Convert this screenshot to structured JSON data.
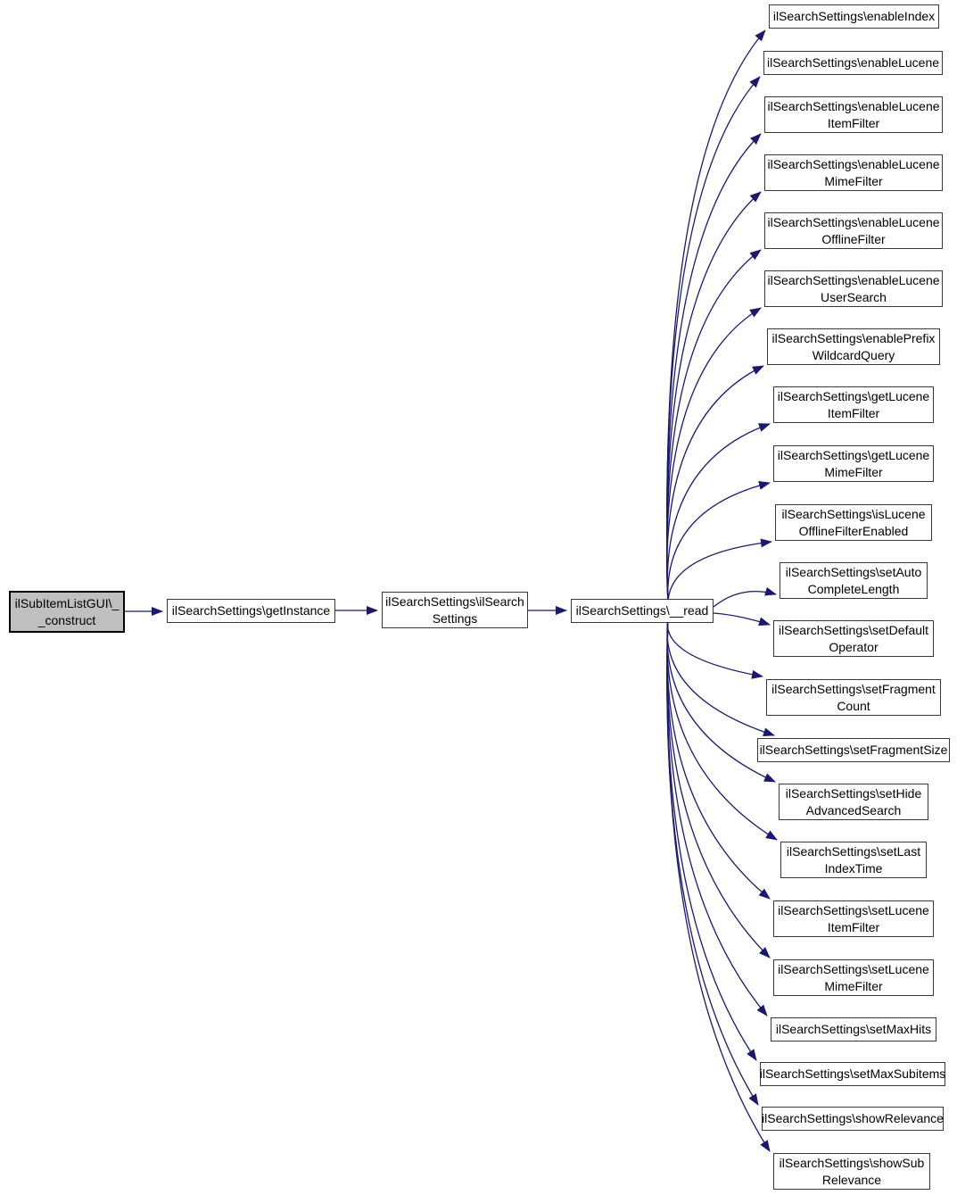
{
  "colors": {
    "edge": "#191970",
    "node_border": "#383838",
    "node_fill": "#ffffff",
    "highlight_fill": "#bfbfbf",
    "highlight_border": "#000000",
    "text": "#000000",
    "background": "#ffffff"
  },
  "diagram": {
    "type": "call-graph",
    "root": "ilSubItemListGUI\\__construct",
    "edges": [
      {
        "from": "ilSubItemListGUI\\__construct",
        "to": "ilSearchSettings\\getInstance"
      },
      {
        "from": "ilSearchSettings\\getInstance",
        "to": "ilSearchSettings\\ilSearchSettings"
      },
      {
        "from": "ilSearchSettings\\ilSearchSettings",
        "to": "ilSearchSettings\\__read"
      },
      {
        "from": "ilSearchSettings\\__read",
        "to": "ilSearchSettings\\enableIndex"
      },
      {
        "from": "ilSearchSettings\\__read",
        "to": "ilSearchSettings\\enableLucene"
      },
      {
        "from": "ilSearchSettings\\__read",
        "to": "ilSearchSettings\\enableLuceneItemFilter"
      },
      {
        "from": "ilSearchSettings\\__read",
        "to": "ilSearchSettings\\enableLuceneMimeFilter"
      },
      {
        "from": "ilSearchSettings\\__read",
        "to": "ilSearchSettings\\enableLuceneOfflineFilter"
      },
      {
        "from": "ilSearchSettings\\__read",
        "to": "ilSearchSettings\\enableLuceneUserSearch"
      },
      {
        "from": "ilSearchSettings\\__read",
        "to": "ilSearchSettings\\enablePrefixWildcardQuery"
      },
      {
        "from": "ilSearchSettings\\__read",
        "to": "ilSearchSettings\\getLuceneItemFilter"
      },
      {
        "from": "ilSearchSettings\\__read",
        "to": "ilSearchSettings\\getLuceneMimeFilter"
      },
      {
        "from": "ilSearchSettings\\__read",
        "to": "ilSearchSettings\\isLuceneOfflineFilterEnabled"
      },
      {
        "from": "ilSearchSettings\\__read",
        "to": "ilSearchSettings\\setAutoCompleteLength"
      },
      {
        "from": "ilSearchSettings\\__read",
        "to": "ilSearchSettings\\setDefaultOperator"
      },
      {
        "from": "ilSearchSettings\\__read",
        "to": "ilSearchSettings\\setFragmentCount"
      },
      {
        "from": "ilSearchSettings\\__read",
        "to": "ilSearchSettings\\setFragmentSize"
      },
      {
        "from": "ilSearchSettings\\__read",
        "to": "ilSearchSettings\\setHideAdvancedSearch"
      },
      {
        "from": "ilSearchSettings\\__read",
        "to": "ilSearchSettings\\setLastIndexTime"
      },
      {
        "from": "ilSearchSettings\\__read",
        "to": "ilSearchSettings\\setLuceneItemFilter"
      },
      {
        "from": "ilSearchSettings\\__read",
        "to": "ilSearchSettings\\setLuceneMimeFilter"
      },
      {
        "from": "ilSearchSettings\\__read",
        "to": "ilSearchSettings\\setMaxHits"
      },
      {
        "from": "ilSearchSettings\\__read",
        "to": "ilSearchSettings\\setMaxSubitems"
      },
      {
        "from": "ilSearchSettings\\__read",
        "to": "ilSearchSettings\\showRelevance"
      },
      {
        "from": "ilSearchSettings\\__read",
        "to": "ilSearchSettings\\showSubRelevance"
      }
    ]
  },
  "nodes": {
    "construct": {
      "label": [
        "ilSubItemListGUI\\_",
        "_construct"
      ]
    },
    "getInstance": {
      "label": [
        "ilSearchSettings\\getInstance"
      ]
    },
    "ilSearchSettings": {
      "label": [
        "ilSearchSettings\\ilSearch",
        "Settings"
      ]
    },
    "read": {
      "label": [
        "ilSearchSettings\\__read"
      ]
    },
    "enableIndex": {
      "label": [
        "ilSearchSettings\\enableIndex"
      ]
    },
    "enableLucene": {
      "label": [
        "ilSearchSettings\\enableLucene"
      ]
    },
    "enableLuceneItemFilter": {
      "label": [
        "ilSearchSettings\\enableLucene",
        "ItemFilter"
      ]
    },
    "enableLuceneMimeFilter": {
      "label": [
        "ilSearchSettings\\enableLucene",
        "MimeFilter"
      ]
    },
    "enableLuceneOfflineFilter": {
      "label": [
        "ilSearchSettings\\enableLucene",
        "OfflineFilter"
      ]
    },
    "enableLuceneUserSearch": {
      "label": [
        "ilSearchSettings\\enableLucene",
        "UserSearch"
      ]
    },
    "enablePrefixWildcardQuery": {
      "label": [
        "ilSearchSettings\\enablePrefix",
        "WildcardQuery"
      ]
    },
    "getLuceneItemFilter": {
      "label": [
        "ilSearchSettings\\getLucene",
        "ItemFilter"
      ]
    },
    "getLuceneMimeFilter": {
      "label": [
        "ilSearchSettings\\getLucene",
        "MimeFilter"
      ]
    },
    "isLuceneOfflineFilterEnabled": {
      "label": [
        "ilSearchSettings\\isLucene",
        "OfflineFilterEnabled"
      ]
    },
    "setAutoCompleteLength": {
      "label": [
        "ilSearchSettings\\setAuto",
        "CompleteLength"
      ]
    },
    "setDefaultOperator": {
      "label": [
        "ilSearchSettings\\setDefault",
        "Operator"
      ]
    },
    "setFragmentCount": {
      "label": [
        "ilSearchSettings\\setFragment",
        "Count"
      ]
    },
    "setFragmentSize": {
      "label": [
        "ilSearchSettings\\setFragmentSize"
      ]
    },
    "setHideAdvancedSearch": {
      "label": [
        "ilSearchSettings\\setHide",
        "AdvancedSearch"
      ]
    },
    "setLastIndexTime": {
      "label": [
        "ilSearchSettings\\setLast",
        "IndexTime"
      ]
    },
    "setLuceneItemFilter": {
      "label": [
        "ilSearchSettings\\setLucene",
        "ItemFilter"
      ]
    },
    "setLuceneMimeFilter": {
      "label": [
        "ilSearchSettings\\setLucene",
        "MimeFilter"
      ]
    },
    "setMaxHits": {
      "label": [
        "ilSearchSettings\\setMaxHits"
      ]
    },
    "setMaxSubitems": {
      "label": [
        "ilSearchSettings\\setMaxSubitems"
      ]
    },
    "showRelevance": {
      "label": [
        "ilSearchSettings\\showRelevance"
      ]
    },
    "showSubRelevance": {
      "label": [
        "ilSearchSettings\\showSub",
        "Relevance"
      ]
    }
  }
}
